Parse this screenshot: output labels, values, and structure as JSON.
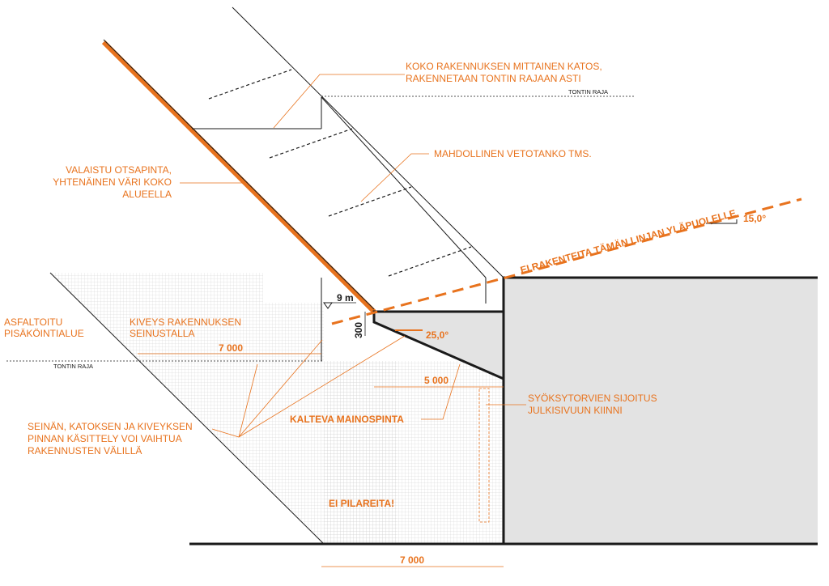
{
  "labels": {
    "roof": [
      "KOKO RAKENNUKSEN MITTAINEN KATOS,",
      "RAKENNETAAN TONTIN RAJAAN ASTI"
    ],
    "rod": "MAHDOLLINEN VETOTANKO TMS.",
    "lit_face": [
      "VALAISTU OTSAPINTA,",
      "YHTENÄINEN VÄRI KOKO",
      "ALUEELLA"
    ],
    "no_structures": "EI RAKENTEITA TÄMÄN LINJAN YLÄPUOLELLE",
    "angle_15": "15,0°",
    "angle_25": "25,0°",
    "asphalt": [
      "ASFALTOITU",
      "PISÄKÖINTIALUE"
    ],
    "paving": [
      "KIVEYS RAKENNUKSEN",
      "SEINUSTALLA"
    ],
    "wall_treatment": [
      "SEINÄN, KATOKSEN JA KIVEYKSEN",
      "PINNAN KÄSITTELY VOI VAIHTUA",
      "RAKENNUSTEN VÄLILLÄ"
    ],
    "sloped_ad": "KALTEVA MAINOSPINTA",
    "downpipes": [
      "SYÖKSYTORVIEN SIJOITUS",
      "JULKISIVUUN KIINNI"
    ],
    "no_pillars": "EI PILAREITA!"
  },
  "dimensions": {
    "plot_line_top": "TONTIN RAJA",
    "plot_line_left": "TONTIN RAJA",
    "level_9m": "9 m",
    "h_300": "300",
    "d_7000_left": "7 000",
    "d_5000": "5 000",
    "d_7000_bottom": "7 000"
  },
  "colors": {
    "accent": "#e8731e",
    "line": "#1a1a1a",
    "building_fill": "#e3e3e3"
  }
}
